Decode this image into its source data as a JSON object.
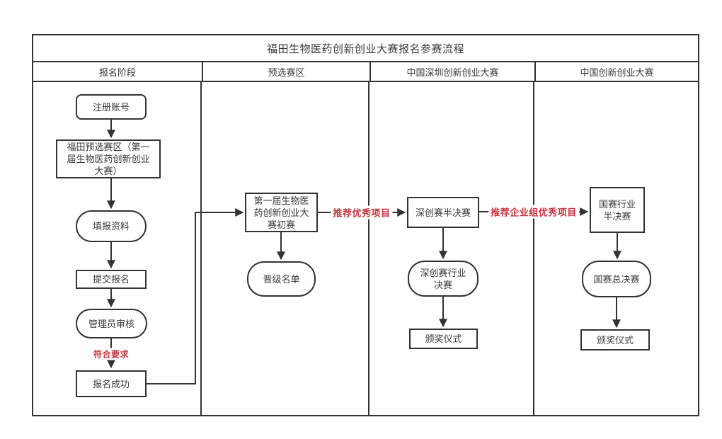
{
  "title": "福田生物医药创新创业大赛报名参赛流程",
  "columns": [
    {
      "label": "报名阶段"
    },
    {
      "label": "预选赛区"
    },
    {
      "label": "中国深圳创新创业大赛"
    },
    {
      "label": "中国创新创业大赛"
    }
  ],
  "nodes": {
    "register": "注册账号",
    "futian_zone": "福田预选赛区（第一届生物医药创新创业大赛）",
    "fill_info": "填报资料",
    "submit": "提交报名",
    "admin_review": "管理员审核",
    "reg_success": "报名成功",
    "preliminary": "第一届生物医药创新创业大赛初赛",
    "promotion_list": "晋级名单",
    "sz_semi": "深创赛半决赛",
    "sz_final": "深创赛行业决赛",
    "sz_award": "颁奖仪式",
    "nat_semi": "国赛行业半决赛",
    "nat_final": "国赛总决赛",
    "nat_award": "颁奖仪式"
  },
  "edge_labels": {
    "meets_requirements": "符合要求",
    "recommend_projects": "推荐优秀项目",
    "recommend_enterprise_projects": "推荐企业组优秀项目"
  },
  "colors": {
    "line": "#333333",
    "accent_red": "#c9353f"
  }
}
